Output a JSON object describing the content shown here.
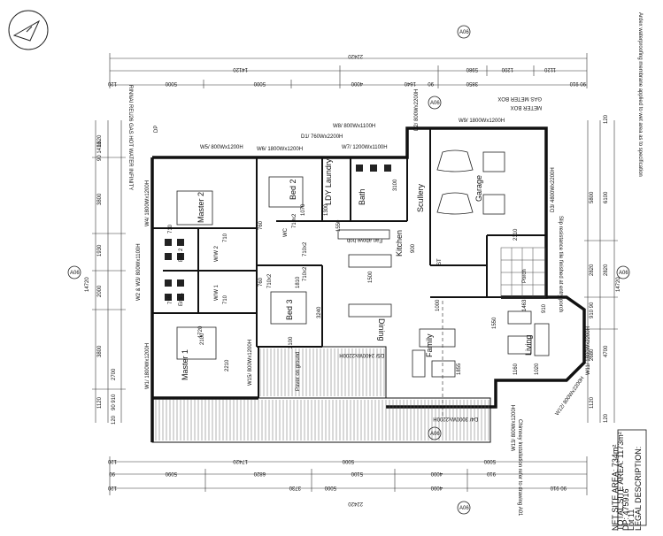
{
  "rooms": {
    "master2": "Master 2",
    "master1": "Master 1",
    "bed2": "Bed 2",
    "bed3": "Bed 3",
    "laundry": "LDY Laundry",
    "bath": "Bath",
    "scullery": "Scullery",
    "kitchen": "Kitchen",
    "garage": "Garage",
    "dining": "Dining",
    "family": "Family",
    "living": "Living",
    "ens1": "Ens 1",
    "ens2": "Ens 2",
    "ww1": "W/W 1",
    "ww2": "W/W 2",
    "porch": "Porch",
    "st": "ST",
    "wc": "WC"
  },
  "windows": {
    "w5": "W5/ 800Wx1200H",
    "w6": "W6/ 1800Wx1200H",
    "w7": "W7/ 1200Wx1100H",
    "w8": "W8/ 800Wx1100H",
    "w9": "W9/ 1800Wx1200H",
    "d1": "D1/ 760Wx2200H",
    "d2": "D2/ 800Wx2200H",
    "d3": "D3/ 4800Wx2200H",
    "w4": "W4/ 1800Wx1200H",
    "w2w3": "W2 & W3/ 800Wx1100H",
    "w1": "W1/ 1800Wx1200H",
    "w15": "W15/ 800Wx1200H",
    "w13": "W13/ 800Wx1200H",
    "w12": "W12/ 800Wx2200H",
    "w11": "W11/ 1800Wx2200H",
    "d4": "D4/ 3000Wx2200H",
    "d5": "D5/ 2400Wx2200H"
  },
  "dims_top": {
    "overall": "22420",
    "row1": [
      "14120",
      "1200",
      "1120",
      "5980"
    ],
    "row2": [
      "5000",
      "5000",
      "4000",
      "1640",
      "90",
      "3850"
    ],
    "row3_edge": [
      "120",
      "90 910"
    ]
  },
  "dims_bottom": {
    "overall": "22420",
    "row1": [
      "120",
      "17420",
      "5000",
      "5000"
    ],
    "row2": [
      "90",
      "5090",
      "6820",
      "5100",
      "4000",
      "910"
    ],
    "row3": [
      "120",
      "3730",
      "5000",
      "4000",
      "90 910"
    ]
  },
  "dims_left": {
    "overall": "14720",
    "row1": [
      "1620",
      "90 1410",
      "3800",
      "1930",
      "2000",
      "3800",
      "1120"
    ],
    "row2": [
      "120",
      "90 910",
      "2700"
    ]
  },
  "dims_right": {
    "overall": "14720",
    "row1": [
      "5800",
      "2820",
      "910 90",
      "2680",
      "1120"
    ],
    "row2": [
      "120",
      "6100",
      "2820",
      "4700",
      "120"
    ]
  },
  "interior_dims": [
    "710",
    "710",
    "710",
    "710",
    "760",
    "760",
    "1070",
    "1300",
    "1550",
    "710x2",
    "710x2",
    "710x2",
    "710x2",
    "1550",
    "1855",
    "1500",
    "1720",
    "2100",
    "2210",
    "2100",
    "3240",
    "3100",
    "2310",
    "900",
    "1000",
    "910",
    "1810",
    "1160",
    "1020",
    "1463"
  ],
  "notes": {
    "gas_meter": "GAS METER BOX",
    "meter_box": "METER BOX",
    "hot_water": "RINNAI REU26 GAS HOT WATER INFINITY",
    "ardex": "Ardex waterproofing membrane applied to wet area as to specification",
    "slip_tile": "Slip resistance tile finished at entry porch",
    "paver": "Paver on ground",
    "chimney": "Chimney Installation refer to drawing A01",
    "dp": "DP",
    "fan_hob": "Fan above hob",
    "hob": "hob"
  },
  "legal": {
    "heading": "LEGAL DESCRIPTION:",
    "lot": "Lot 11",
    "dp": "DP: 475916",
    "total": "TOTAL SITE AREA: 1173m²",
    "net": "NET SITE AREA: 734m²"
  },
  "section_markers": [
    "A06",
    "A06",
    "A06",
    "A06",
    "A06",
    "A06"
  ]
}
